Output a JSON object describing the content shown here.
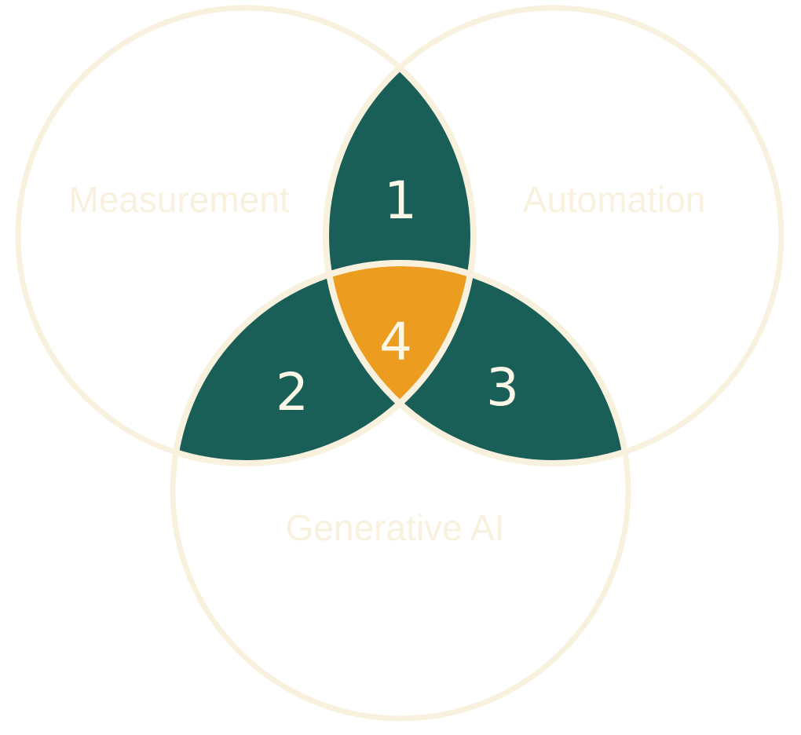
{
  "diagram": {
    "type": "venn-3",
    "colors": {
      "background": "#ffffff",
      "outline": "#f7f1de",
      "pairwise_fill": "#1a5e58",
      "center_fill": "#ec9d1f",
      "label_text": "#f7f1de",
      "number_text": "#fbf6e6"
    },
    "sets": [
      {
        "id": "measurement",
        "label": "Measurement"
      },
      {
        "id": "automation",
        "label": "Automation"
      },
      {
        "id": "generative_ai",
        "label": "Generative AI"
      }
    ],
    "regions": [
      {
        "id": "1",
        "label": "1",
        "sets": [
          "measurement",
          "automation"
        ]
      },
      {
        "id": "2",
        "label": "2",
        "sets": [
          "measurement",
          "generative_ai"
        ]
      },
      {
        "id": "3",
        "label": "3",
        "sets": [
          "automation",
          "generative_ai"
        ]
      },
      {
        "id": "4",
        "label": "4",
        "sets": [
          "measurement",
          "automation",
          "generative_ai"
        ]
      }
    ]
  }
}
